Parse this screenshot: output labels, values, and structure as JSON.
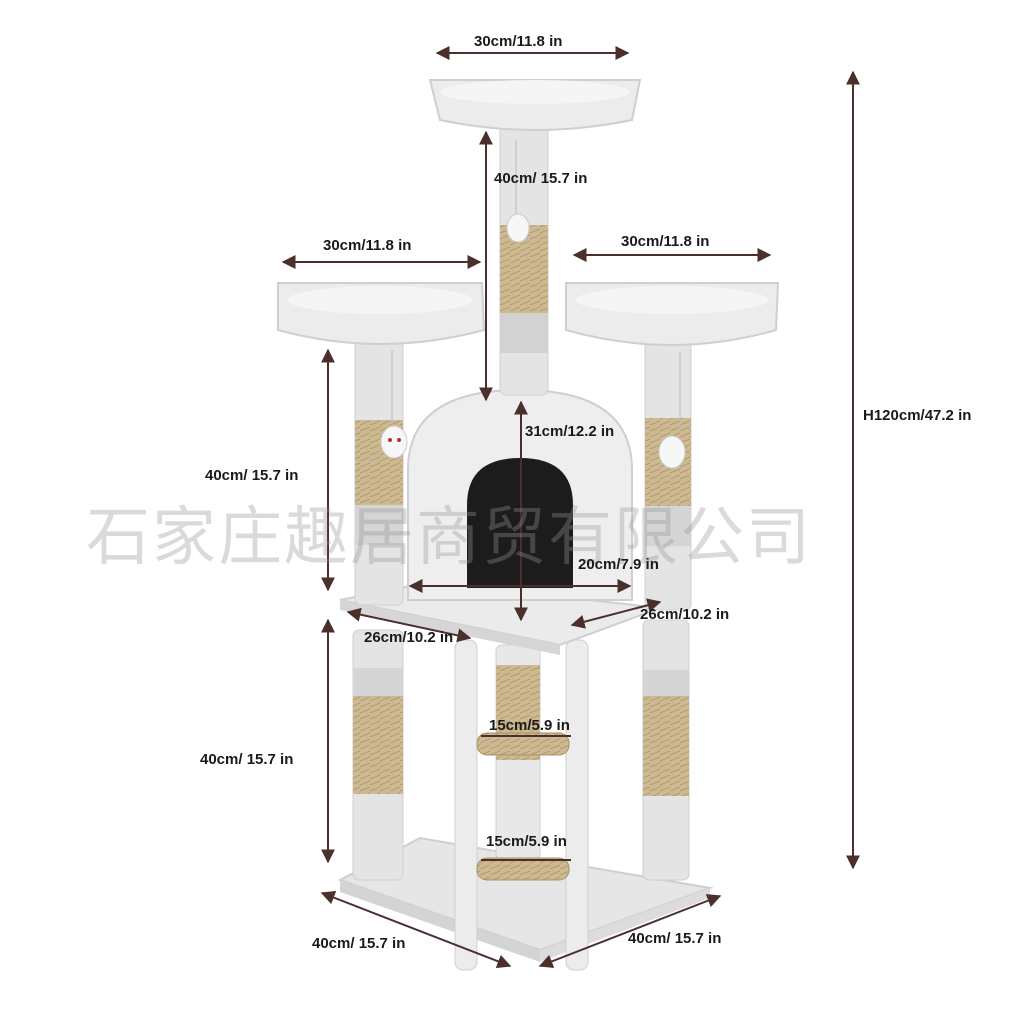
{
  "product": {
    "name": "Cat tree with perches, condo and sisal scratching posts",
    "colors": {
      "plush": "#e9e9e9",
      "plush_shadow": "#cfcfcf",
      "sisal": "#c9b48c",
      "condo_door": "#1c1c1c",
      "dimension_line": "#4a2f2a"
    }
  },
  "watermark": "石家庄趣居商贸有限公司",
  "dimensions": {
    "top_perch_width": "30cm/11.8 in",
    "top_post_height": "40cm/ 15.7 in",
    "left_perch_width": "30cm/11.8 in",
    "right_perch_width": "30cm/11.8 in",
    "total_height": "H120cm/47.2 in",
    "condo_height": "31cm/12.2 in",
    "left_post_height": "40cm/ 15.7 in",
    "condo_width": "20cm/7.9 in",
    "platform_depth_right": "26cm/10.2 in",
    "platform_depth_left": "26cm/10.2 in",
    "ladder_rung_upper": "15cm/5.9 in",
    "lower_post_height": "40cm/ 15.7 in",
    "ladder_rung_lower": "15cm/5.9 in",
    "base_side_left": "40cm/ 15.7 in",
    "base_side_right": "40cm/ 15.7 in"
  }
}
